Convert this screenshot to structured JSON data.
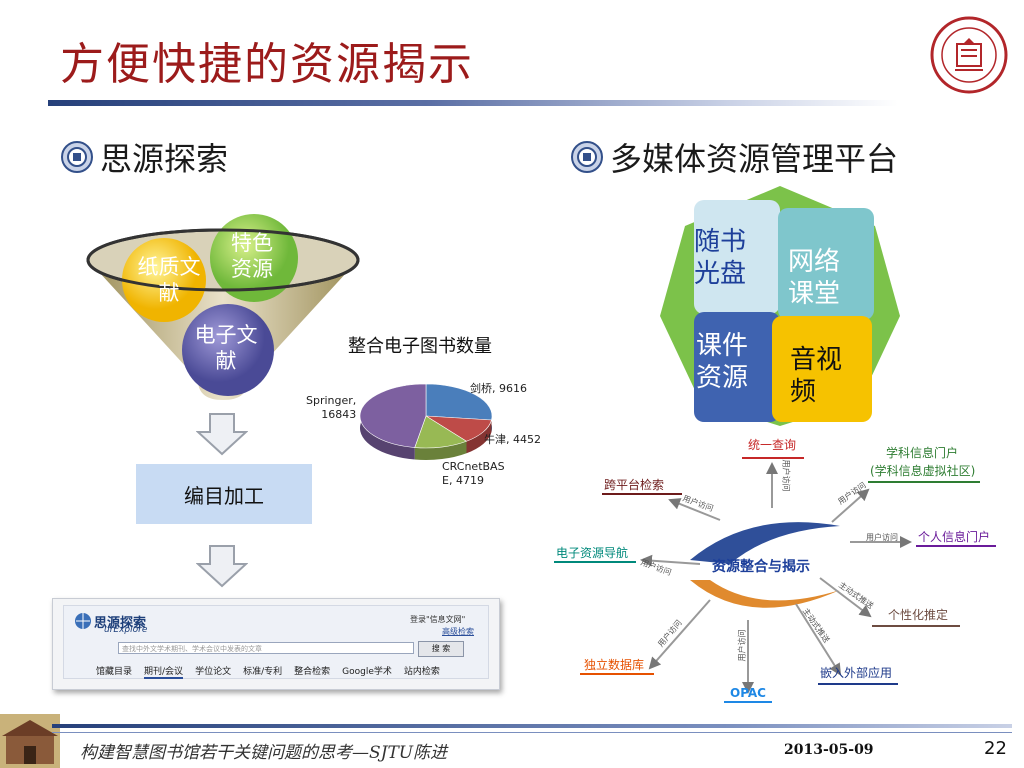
{
  "title": "方便快捷的资源揭示",
  "left": {
    "heading": "思源探索",
    "funnel": [
      "纸质文献",
      "特色资源",
      "电子文献"
    ],
    "catalog": "编目加工",
    "screenshot": {
      "logo_cn": "思源探索",
      "logo_en": "urExplore",
      "login": "登录\"信息文网\"",
      "advanced": "高级检索",
      "placeholder": "查找中外文学术期刊、学术会议中发表的文章",
      "search_btn": "搜 索",
      "tabs": [
        "馆藏目录",
        "期刊/会议",
        "学位论文",
        "标准/专利",
        "整合检索",
        "Google学术",
        "站内检索"
      ]
    }
  },
  "chart_data": {
    "type": "pie",
    "title": "整合电子图书数量",
    "slices": [
      {
        "label": "剑桥",
        "value": 9616,
        "color": "#4a7ebb"
      },
      {
        "label": "牛津",
        "value": 4452,
        "color": "#be4b48"
      },
      {
        "label": "CRCnetBASE",
        "value": 4719,
        "color": "#98b954"
      },
      {
        "label": "Springer",
        "value": 16843,
        "color": "#7d60a0"
      }
    ],
    "labels_text": [
      "剑桥, 9616",
      "牛津, 4452",
      "CRCnetBAS",
      "E, 4719",
      "Springer,",
      "16843"
    ]
  },
  "right": {
    "heading": "多媒体资源管理平台",
    "tiles": [
      {
        "l1": "随书",
        "l2": "光盘"
      },
      {
        "l1": "网络",
        "l2": "课堂"
      },
      {
        "l1": "课件",
        "l2": "资源"
      },
      {
        "l1": "音视",
        "l2": "频"
      }
    ],
    "center": "资源整合与揭示",
    "nodes": {
      "unified": "统一查询",
      "portal1": "学科信息门户",
      "portal2": "(学科信息虚拟社区)",
      "cross": "跨平台检索",
      "personal": "个人信息门户",
      "nav": "电子资源导航",
      "recommend": "个性化推定",
      "database": "独立数据库",
      "embed": "嵌入外部应用",
      "opac": "OPAC"
    },
    "arrows": {
      "user": "用户访问",
      "push": "主动式推送"
    }
  },
  "footer": {
    "text": "构建智慧图书馆若干关键问题的思考—SJTU陈进",
    "date": "2013-05-09",
    "page": "22"
  },
  "colors": {
    "title": "#9c1b1b",
    "accent": "#26407a"
  }
}
